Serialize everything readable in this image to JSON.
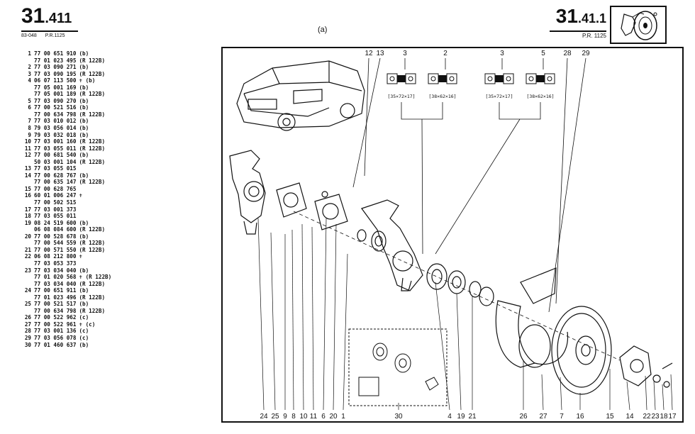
{
  "header": {
    "section_main": "31",
    "section_sub": ".411",
    "code_left": "83-048",
    "pr_left": "P.R.1125",
    "figure_label": "(a)",
    "section_right_main": "31",
    "section_right_sub": ".41.1",
    "pr_right": "P.R. 1125"
  },
  "parts": [
    {
      "n": "1",
      "code": "77 00 651 910",
      "note": "(b)"
    },
    {
      "n": "",
      "code": "77 01 023 495",
      "note": "(R 122B)"
    },
    {
      "n": "2",
      "code": "77 03 090 271",
      "note": "(b)"
    },
    {
      "n": "3",
      "code": "77 03 090 195",
      "note": "(R 122B)"
    },
    {
      "n": "4",
      "code": "06 07 113 500",
      "note": "✝ (b)"
    },
    {
      "n": "",
      "code": "77 05 001 169",
      "note": "(b)"
    },
    {
      "n": "",
      "code": "77 05 001 189",
      "note": "(R 122B)"
    },
    {
      "n": "5",
      "code": "77 03 090 270",
      "note": "(b)"
    },
    {
      "n": "6",
      "code": "77 00 521 516",
      "note": "(b)"
    },
    {
      "n": "",
      "code": "77 00 634 798",
      "note": "(R 122B)"
    },
    {
      "n": "7",
      "code": "77 03 010 012",
      "note": "(b)"
    },
    {
      "n": "8",
      "code": "79 03 056 014",
      "note": "(b)"
    },
    {
      "n": "9",
      "code": "79 03 032 018",
      "note": "(b)"
    },
    {
      "n": "10",
      "code": "77 03 001 160",
      "note": "(R 122B)"
    },
    {
      "n": "11",
      "code": "77 03 055 011",
      "note": "(R 122B)"
    },
    {
      "n": "12",
      "code": "77 00 681 540",
      "note": "(b)"
    },
    {
      "n": "",
      "code": "50 03 001 104",
      "note": "(R 122B)"
    },
    {
      "n": "13",
      "code": "77 03 055 015",
      "note": ""
    },
    {
      "n": "14",
      "code": "77 00 628 767",
      "note": "(b)"
    },
    {
      "n": "",
      "code": "77 00 635 147",
      "note": "(R 122B)"
    },
    {
      "n": "15",
      "code": "77 00 628 765",
      "note": ""
    },
    {
      "n": "16",
      "code": "60 01 006 247",
      "note": "✝"
    },
    {
      "n": "",
      "code": "77 00 502 515",
      "note": ""
    },
    {
      "n": "17",
      "code": "77 03 001 373",
      "note": ""
    },
    {
      "n": "18",
      "code": "77 03 055 011",
      "note": ""
    },
    {
      "n": "19",
      "code": "08 24 519 600",
      "note": "(b)"
    },
    {
      "n": "",
      "code": "06 08 084 600",
      "note": "(R 122B)"
    },
    {
      "n": "20",
      "code": "77 00 528 678",
      "note": "(b)"
    },
    {
      "n": "",
      "code": "77 00 544 559",
      "note": "(R 122B)"
    },
    {
      "n": "21",
      "code": "77 00 571 550",
      "note": "(R 122B)"
    },
    {
      "n": "22",
      "code": "06 08 212 800",
      "note": "✝"
    },
    {
      "n": "",
      "code": "77 03 053 373",
      "note": ""
    },
    {
      "n": "23",
      "code": "77 03 034 040",
      "note": "(b)"
    },
    {
      "n": "",
      "code": "77 01 020 568",
      "note": "✝ (R 122B)"
    },
    {
      "n": "",
      "code": "77 03 034 040",
      "note": "(R 122B)"
    },
    {
      "n": "24",
      "code": "77 00 651 911",
      "note": "(b)"
    },
    {
      "n": "",
      "code": "77 01 023 496",
      "note": "(R 122B)"
    },
    {
      "n": "25",
      "code": "77 00 521 517",
      "note": "(b)"
    },
    {
      "n": "",
      "code": "77 00 634 798",
      "note": "(R 122B)"
    },
    {
      "n": "26",
      "code": "77 00 522 962",
      "note": "(c)"
    },
    {
      "n": "27",
      "code": "77 00 522 961",
      "note": "✝ (c)"
    },
    {
      "n": "28",
      "code": "77 03 001 136",
      "note": "(c)"
    },
    {
      "n": "29",
      "code": "77 03 056 078",
      "note": "(c)"
    },
    {
      "n": "30",
      "code": "77 01 460 637",
      "note": "(b)"
    }
  ],
  "diagram": {
    "top_callouts": [
      "12",
      "13",
      "3",
      "2",
      "3",
      "5",
      "28",
      "29"
    ],
    "bearing_sizes": [
      "[35×72×17]",
      "[38×62×16]",
      "[35×72×17]",
      "[38×62×16]"
    ],
    "bottom_callouts": [
      "24",
      "25",
      "9",
      "8",
      "10",
      "11",
      "6",
      "20",
      "1",
      "30",
      "4",
      "19",
      "21",
      "26",
      "27",
      "7",
      "16",
      "15",
      "14",
      "22",
      "23",
      "18",
      "17"
    ]
  }
}
